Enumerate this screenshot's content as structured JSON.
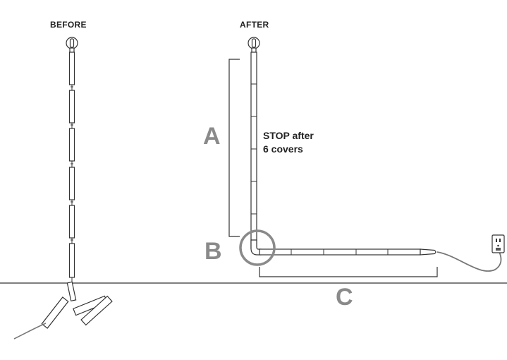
{
  "labels": {
    "before": "BEFORE",
    "after": "AFTER",
    "section_a": "A",
    "section_b": "B",
    "section_c": "C",
    "stop_line1": "STOP after",
    "stop_line2": "6 covers"
  },
  "colors": {
    "line": "#333333",
    "letter": "#8a8a8a",
    "highlight_circle": "#8a8a8a",
    "cord": "#777777"
  },
  "icons": [
    "wall-plug-icon",
    "power-outlet-icon",
    "corner-elbow-icon"
  ]
}
